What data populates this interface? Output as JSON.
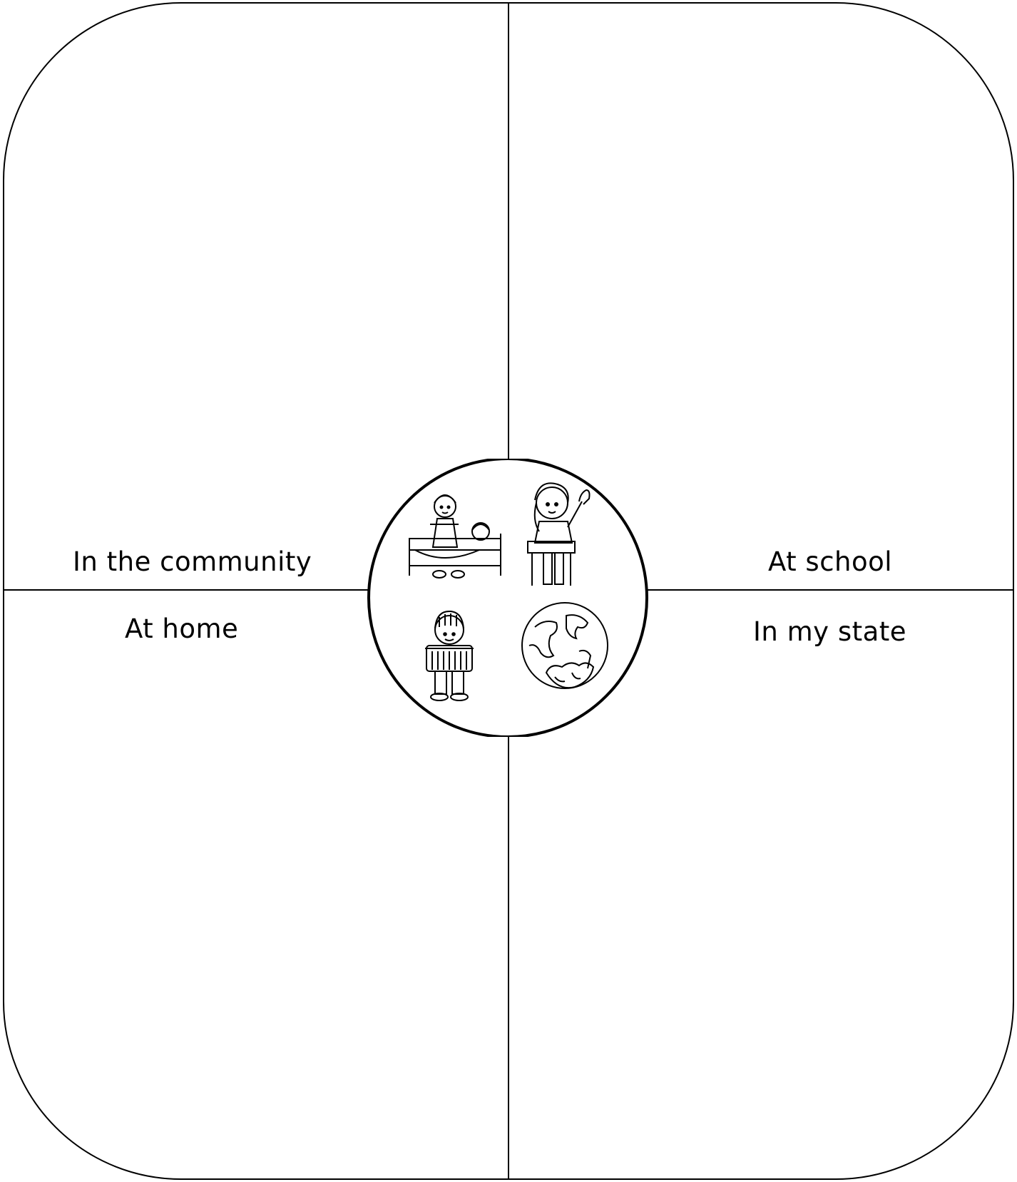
{
  "quadrants": {
    "top_left": {
      "label": "In the community",
      "icon": "nurse-caring-for-patient-icon"
    },
    "top_right": {
      "label": "At school",
      "icon": "student-raising-hand-icon"
    },
    "bottom_left": {
      "label": "At home",
      "icon": "child-carrying-laundry-basket-icon"
    },
    "bottom_right": {
      "label": "In my state",
      "icon": "hands-holding-globe-icon"
    }
  },
  "colors": {
    "ink": "#000000",
    "paper": "#ffffff"
  }
}
